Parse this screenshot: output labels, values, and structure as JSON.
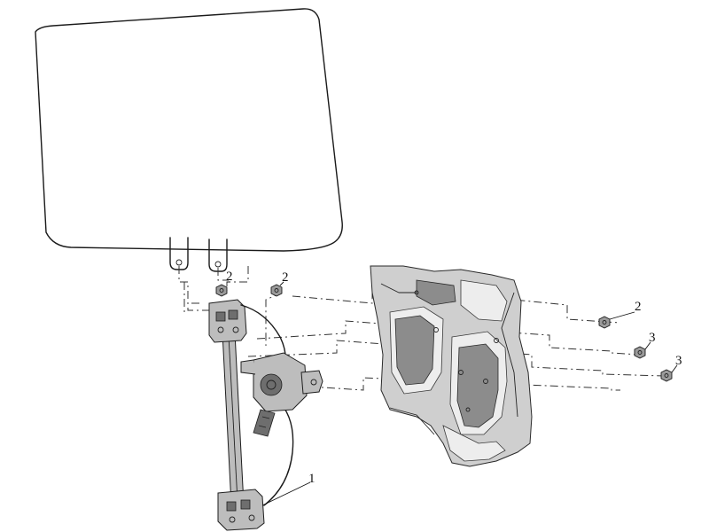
{
  "callouts": [
    {
      "id": "regulator",
      "label": "1"
    },
    {
      "id": "nut-upper-left",
      "label": "2"
    },
    {
      "id": "nut-upper-mid",
      "label": "2"
    },
    {
      "id": "nut-right-top",
      "label": "2"
    },
    {
      "id": "nut-right-mid",
      "label": "3"
    },
    {
      "id": "nut-right-low",
      "label": "3"
    }
  ],
  "colors": {
    "line": "#1a1a1a",
    "panel": "#cfcfcf",
    "background": "#ffffff"
  }
}
